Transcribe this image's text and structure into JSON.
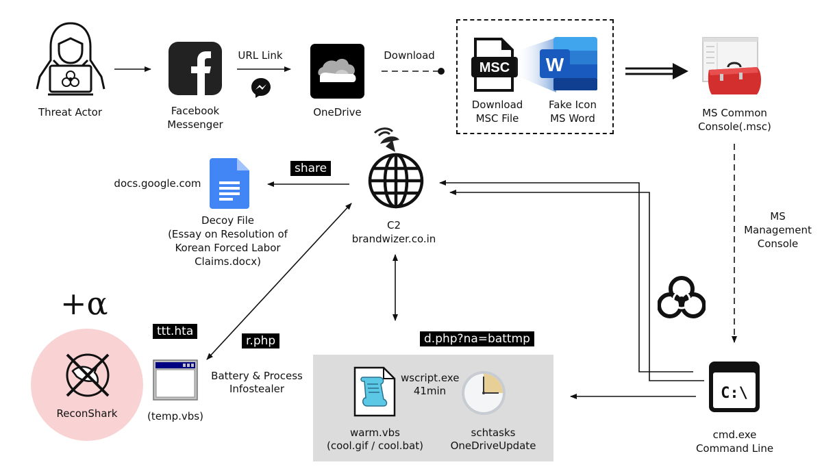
{
  "nodes": {
    "threat_actor": {
      "label": "Threat Actor"
    },
    "facebook_messenger": {
      "label_line1": "Facebook",
      "label_line2": "Messenger"
    },
    "url_link": {
      "label": "URL Link"
    },
    "onedrive": {
      "label": "OneDrive"
    },
    "download_edge": {
      "label": "Download"
    },
    "msc_file": {
      "icon_text": "MSC",
      "label_line1": "Download",
      "label_line2": "MSC File"
    },
    "fake_icon": {
      "icon_text": "W",
      "label_line1": "Fake Icon",
      "label_line2": "MS Word"
    },
    "ms_common_console": {
      "label_line1": "MS Common",
      "label_line2": "Console(.msc)"
    },
    "ms_management_console": {
      "label_line1": "MS",
      "label_line2": "Management",
      "label_line3": "Console"
    },
    "cmd": {
      "icon_text": "C:\\",
      "label_line1": "cmd.exe",
      "label_line2": "Command Line"
    },
    "c2": {
      "label_line1": "C2",
      "label_line2": "brandwizer.co.in"
    },
    "share_tag": {
      "label": "share"
    },
    "decoy": {
      "site": "docs.google.com",
      "label_line1": "Decoy File",
      "label_line2": "(Essay on Resolution of",
      "label_line3": "Korean Forced Labor",
      "label_line4": "Claims.docx)"
    },
    "plus_alpha": {
      "label": "+α"
    },
    "reconshark": {
      "label": "ReconShark"
    },
    "ttt_hta": {
      "label": "ttt.hta"
    },
    "temp_vbs": {
      "label": "(temp.vbs)"
    },
    "r_php": {
      "label": "r.php"
    },
    "infostealer": {
      "label_line1": "Battery & Process",
      "label_line2": "Infostealer"
    },
    "d_php": {
      "label": "d.php?na=battmp"
    },
    "warm_vbs": {
      "label_line1": "warm.vbs",
      "label_line2": "(cool.gif / cool.bat)"
    },
    "wscript": {
      "label_line1": "wscript.exe",
      "label_line2": "41min"
    },
    "schtasks": {
      "label_line1": "schtasks",
      "label_line2": "OneDriveUpdate"
    }
  },
  "colors": {
    "recon_bg": "#f9d3d3",
    "gray_box": "#dcdcdc",
    "docs_blue": "#4285f4",
    "word_blue": "#185abd",
    "toolbox_red": "#d32f2f"
  }
}
